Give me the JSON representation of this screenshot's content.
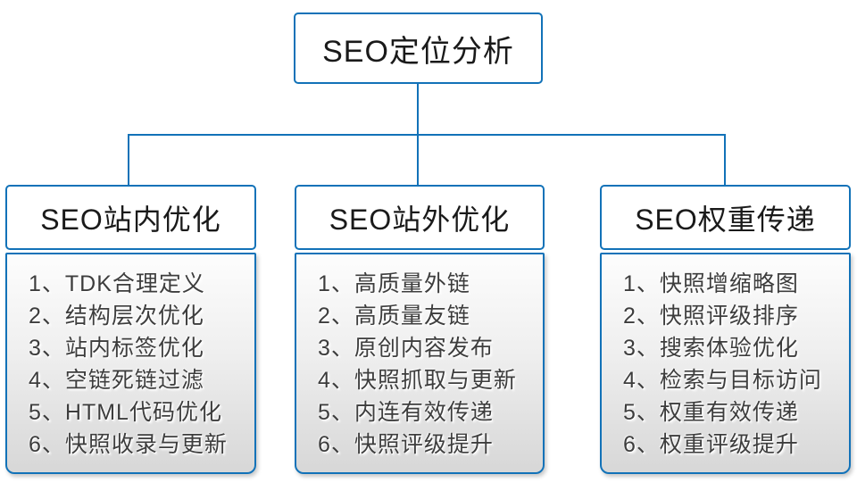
{
  "root": {
    "title": "SEO定位分析"
  },
  "columns": [
    {
      "title": "SEO站内优化",
      "items": [
        "1、TDK合理定义",
        "2、结构层次优化",
        "3、站内标签优化",
        "4、空链死链过滤",
        "5、HTML代码优化",
        "6、快照收录与更新"
      ]
    },
    {
      "title": "SEO站外优化",
      "items": [
        "1、高质量外链",
        "2、高质量友链",
        "3、原创内容发布",
        "4、快照抓取与更新",
        "5、内连有效传递",
        "6、快照评级提升"
      ]
    },
    {
      "title": "SEO权重传递",
      "items": [
        "1、快照增缩略图",
        "2、快照评级排序",
        "3、搜索体验优化",
        "4、检索与目标访问",
        "5、权重有效传递",
        "6、权重评级提升"
      ]
    }
  ],
  "colors": {
    "accent": "#1272b8",
    "header_text": "#1a1a1a",
    "item_text": "#3d3d3d",
    "panel_gradient_top": "#fdfdfd",
    "panel_gradient_bottom": "#d7d7d7",
    "background": "#ffffff"
  }
}
